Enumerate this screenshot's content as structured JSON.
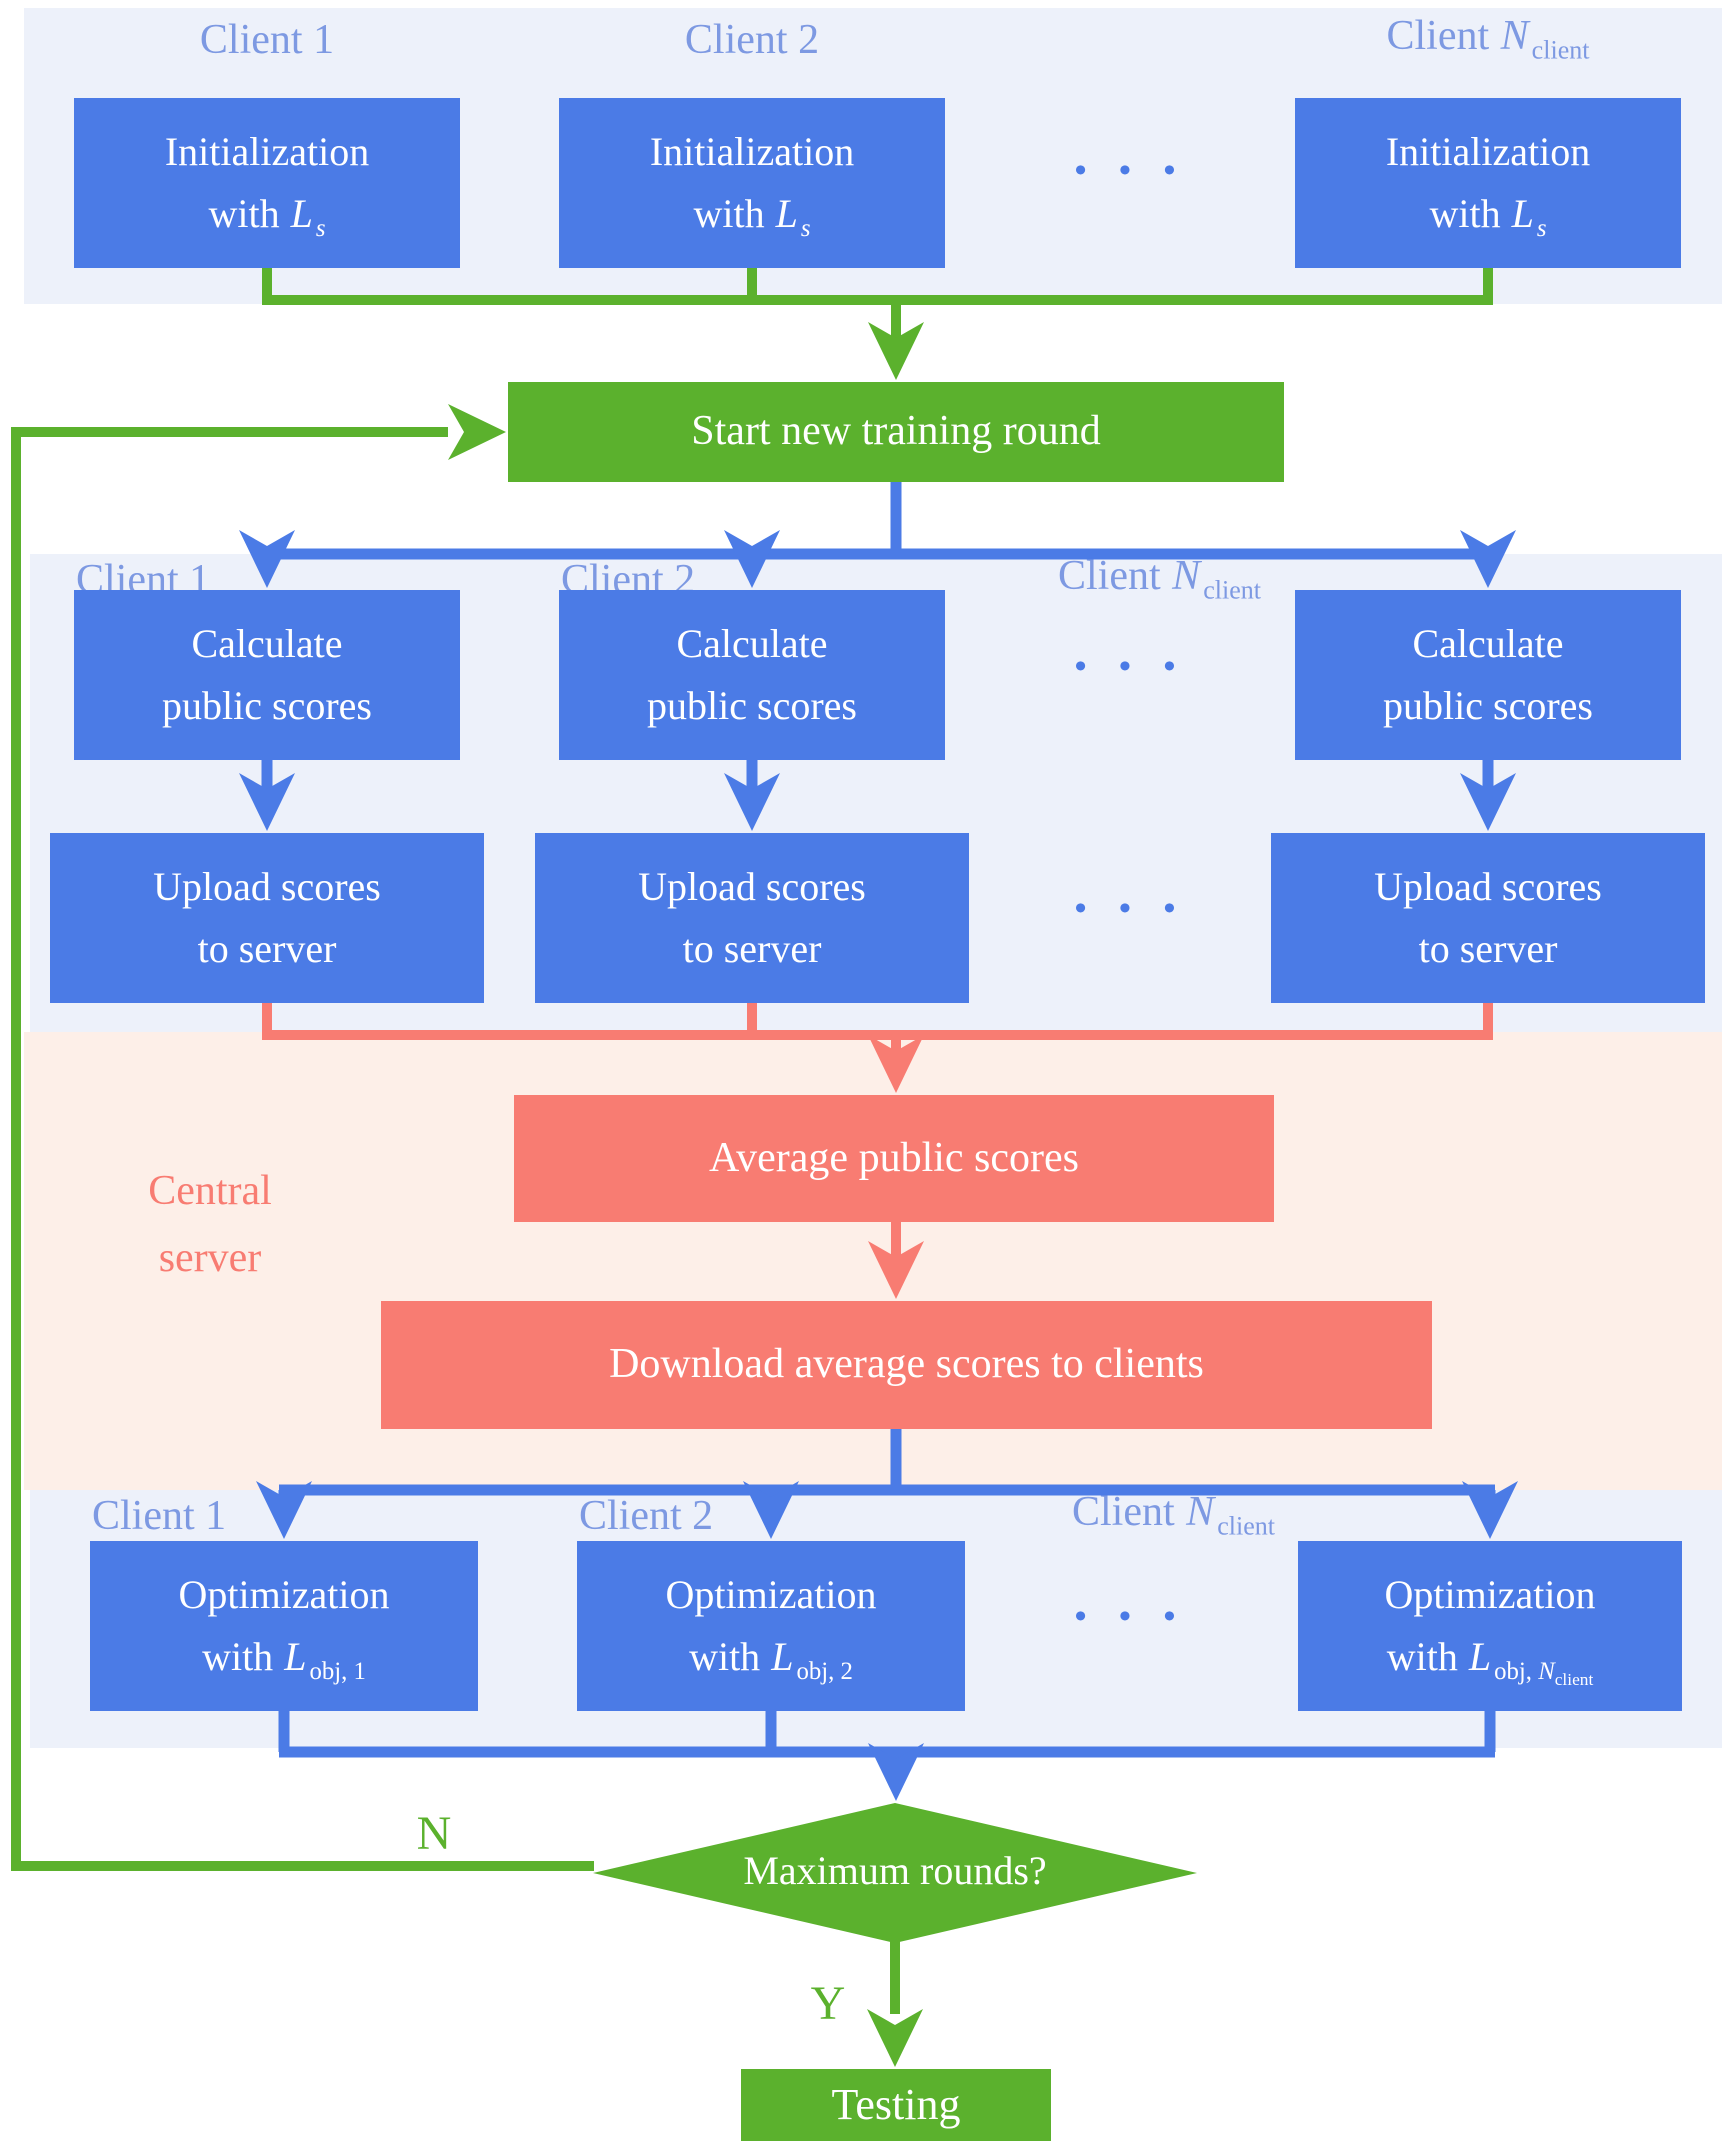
{
  "colors": {
    "box_blue": "#4b7be6",
    "label_blue": "#7d99e2",
    "green": "#5bb12d",
    "salmon": "#f87c72",
    "panel_blue": "#edf1fa",
    "panel_peach": "#fdefe8",
    "text_white": "#ffffff"
  },
  "clients": {
    "c1": "Client 1",
    "c2": "Client 2",
    "cn_prefix": "Client ",
    "cn_symbol": "N",
    "cn_sub": "client"
  },
  "dots": "• • •",
  "flow": {
    "init_line1": "Initialization",
    "init_pre": "with ",
    "init_sym": "L",
    "init_sub": "s",
    "start": "Start new training round",
    "calc_line1": "Calculate",
    "calc_line2": "public scores",
    "upload_line1": "Upload scores",
    "upload_line2": "to server",
    "average": "Average public scores",
    "download": "Download average scores to clients",
    "opt_line1": "Optimization",
    "opt_pre": "with ",
    "opt_sym": "L",
    "opt_sub_1": "obj, 1",
    "opt_sub_2": "obj, 2",
    "opt_subn_pre": "obj, ",
    "opt_subn_sym": "N",
    "opt_subn_sub": "client",
    "decision": "Maximum rounds?",
    "no": "N",
    "yes": "Y",
    "testing": "Testing"
  },
  "server": {
    "line1": "Central",
    "line2": "server"
  }
}
